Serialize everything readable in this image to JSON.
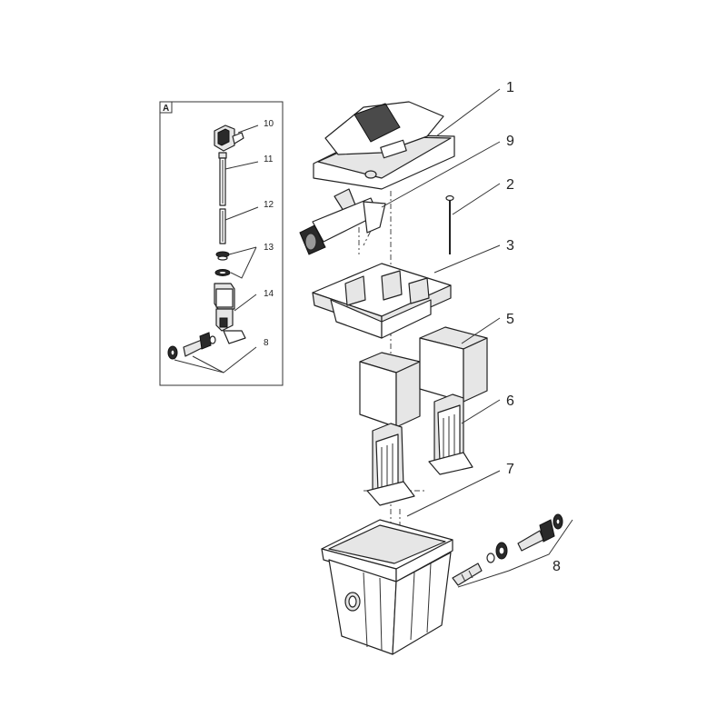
{
  "detail_box": {
    "label": "A",
    "callouts": [
      "10",
      "11",
      "12",
      "13",
      "14",
      "8"
    ]
  },
  "main_callouts": [
    "1",
    "9",
    "2",
    "3",
    "5",
    "6",
    "7",
    "8"
  ]
}
